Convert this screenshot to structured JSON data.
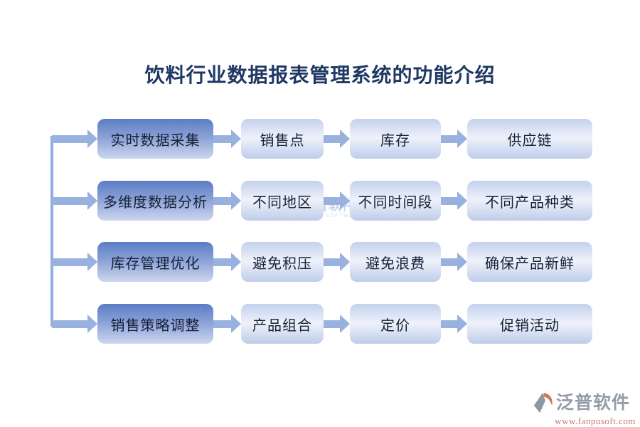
{
  "title": "饮料行业数据报表管理系统的功能介绍",
  "rows": [
    {
      "primary": "实时数据采集",
      "steps": [
        "销售点",
        "库存",
        "供应链"
      ]
    },
    {
      "primary": "多维度数据分析",
      "steps": [
        "不同地区",
        "不同时间段",
        "不同产品种类"
      ]
    },
    {
      "primary": "库存管理优化",
      "steps": [
        "避免积压",
        "避免浪费",
        "确保产品新鲜"
      ]
    },
    {
      "primary": "销售策略调整",
      "steps": [
        "产品组合",
        "定价",
        "促销活动"
      ]
    }
  ],
  "watermark": {
    "brand": "泛普软件",
    "subtext": "FANPU SOFTWARE"
  },
  "footer": {
    "brand": "泛普软件",
    "url": "www.fanpusoft.com"
  },
  "icons": {
    "flow_arrow": "arrow-right",
    "watermark_logo": "fanpu-logo",
    "footer_logo": "fanpu-logo"
  },
  "colors": {
    "title_text": "#1F3864",
    "box_text": "#151F36",
    "primary_box_top": "#5B7DC5",
    "primary_box_bottom": "#CBD6EF",
    "secondary_box_top": "#C3D1ED",
    "secondary_box_mid": "#EEF2FA",
    "secondary_box_bottom": "#BFCDEA",
    "arrow": "#98B1DF",
    "spine": "#92ACDC",
    "watermark_blue": "#9FB6E2",
    "footer_brand_gray": "#959CA9",
    "footer_url_orange": "#CB7968",
    "logo_orange": "#D2795B",
    "logo_gray": "#8E99A6"
  }
}
